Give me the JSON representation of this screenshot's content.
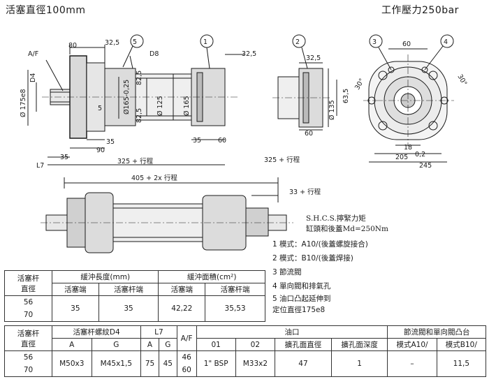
{
  "header": {
    "left_title": "活塞直徑100mm",
    "right_title": "工作壓力250bar"
  },
  "callouts": {
    "c1": "1",
    "c2": "2",
    "c3": "3",
    "c4": "4",
    "c5": "5"
  },
  "dims": {
    "af": "A/F",
    "d4": "D4",
    "d175": "Ø 175e8",
    "d80": "80",
    "d32a": "32,5",
    "d8": "D8",
    "d32b": "32,5",
    "d82a": "82,5",
    "d82b": "82,5",
    "d165h": "Ø165-0,25",
    "d125": "Ø 125",
    "d165": "Ø 165",
    "d5": "5",
    "d35a": "35",
    "d90": "90",
    "d35b": "35",
    "l7": "L7",
    "d35c": "35",
    "d60a": "60",
    "stroke1": "325 + 行程",
    "stroke2": "325 + 行程",
    "stroke3": "405 + 2x 行程",
    "stroke4": "33 + 行程",
    "d32c": "32,5",
    "d635": "63,5",
    "d135": "Ø 135",
    "d60b": "60",
    "d60c": "60",
    "d30a": "30°",
    "d30b": "30°",
    "d18": "18",
    "d205": "205",
    "d02": "0,2",
    "d245": "245"
  },
  "notes": {
    "shcs1": "S.H.C.S.擰緊力矩",
    "shcs2": "缸頭和後蓋Md=250Nm"
  },
  "legend": [
    "1  模式：A10/(後蓋螺旋接合)",
    "2  模式：B10/(後蓋焊接)",
    "3  節流閥",
    "4  單向閥和排氣孔",
    "5  油口凸起延伸到",
    "    定位直徑175e8"
  ],
  "table1": {
    "h_rod": "活塞杆\n直徑",
    "h_cush_len": "緩沖長度(mm)",
    "h_cush_area": "緩沖面積(cm²)",
    "sub": [
      "活塞端",
      "活塞杆端",
      "活塞端",
      "活塞杆端"
    ],
    "rod": [
      "56",
      "70"
    ],
    "vals": [
      "35",
      "35",
      "42,22",
      "35,53"
    ]
  },
  "table2": {
    "h_rod": "活塞杆\n直徑",
    "h_thread": "活塞杆螺紋D4",
    "h_l7": "L7",
    "h_af": "A/F",
    "h_port": "油口",
    "h_valve": "節流閥和單向閥凸台",
    "sub": [
      "A",
      "G",
      "A",
      "G",
      "01",
      "02",
      "擴孔面直徑",
      "擴孔面深度",
      "模式A10/",
      "模式B10/"
    ],
    "rod": [
      "56",
      "70"
    ],
    "thread_a": "M50x3",
    "thread_g": "M45x1,5",
    "l7_a": "75",
    "l7_g": "45",
    "af": [
      "46",
      "60"
    ],
    "p01": "1\" BSP",
    "p02": "M33x2",
    "spot_d": "47",
    "spot_depth": "1",
    "a10": "–",
    "b10": "11,5"
  }
}
